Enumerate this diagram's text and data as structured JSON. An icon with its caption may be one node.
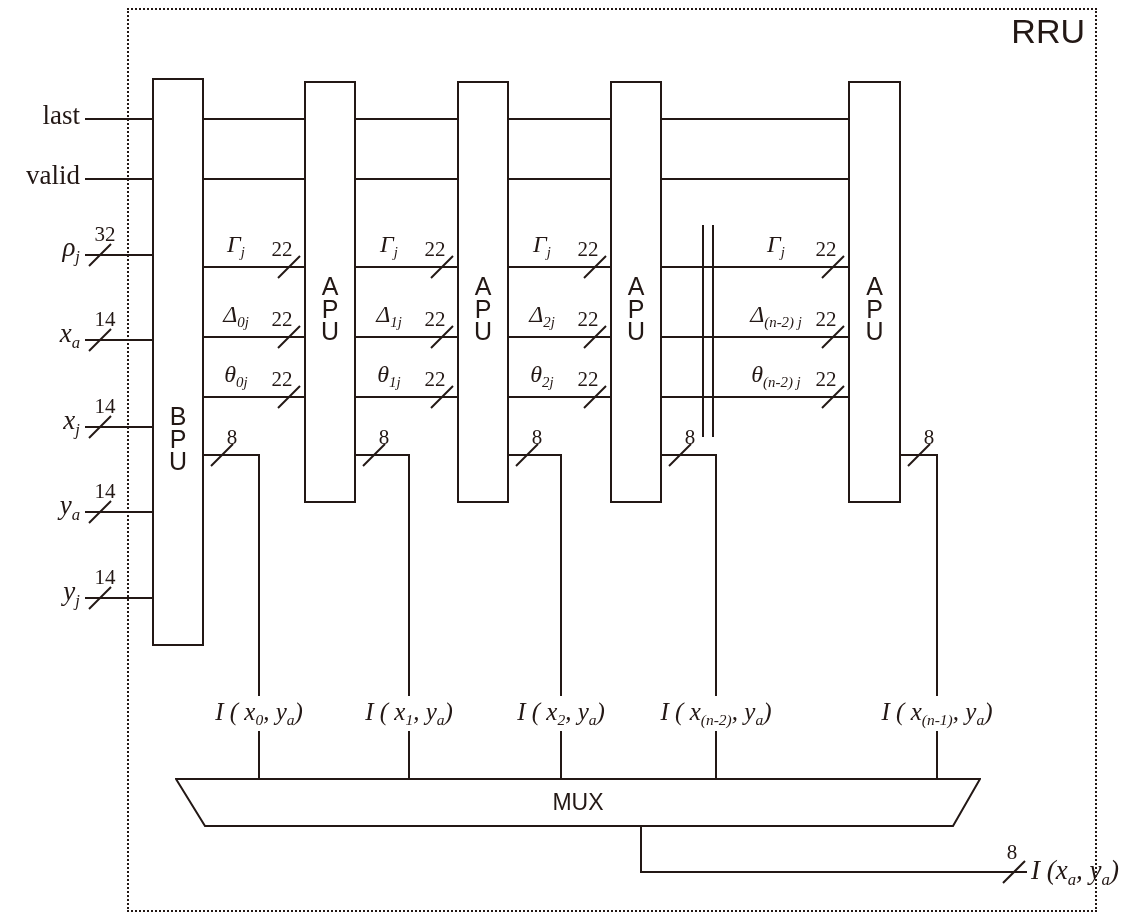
{
  "diagram": {
    "nodes": [
      {
        "text": [
          "RRU"
        ]
      },
      {
        "text": [
          "last"
        ]
      },
      {
        "text": [
          "valid"
        ]
      },
      {
        "text": [
          "ρ$_{j}$"
        ]
      },
      {
        "text": [
          "x$_{a}$"
        ]
      },
      {
        "text": [
          "x$_{j}$"
        ]
      },
      {
        "text": [
          "y$_{a}$"
        ]
      },
      {
        "text": [
          "y$_{j}$"
        ]
      },
      {
        "text": [
          "BPU"
        ],
        "in": 0
      },
      {
        "text": [
          "APU"
        ],
        "in": 0
      },
      {
        "text": [
          "APU"
        ],
        "in": 0
      },
      {
        "text": [
          "APU"
        ],
        "in": 0
      },
      {
        "text": [
          "APU"
        ],
        "in": 0
      },
      {
        "text": [
          "MUX"
        ],
        "in": 0
      },
      {
        "text": [
          "I (x$_{a}$, y$_{a}$)"
        ]
      }
    ],
    "edges": [
      {
        "from": 1,
        "to": 8,
        "arrow": "none"
      },
      {
        "from": 8,
        "to": 9,
        "arrow": "none"
      },
      {
        "from": 9,
        "to": 10,
        "arrow": "none"
      },
      {
        "from": 10,
        "to": 11,
        "arrow": "none"
      },
      {
        "from": 11,
        "to": 12,
        "arrow": "none"
      },
      {
        "from": 2,
        "to": 8,
        "arrow": "none"
      },
      {
        "from": 8,
        "to": 9,
        "arrow": "none"
      },
      {
        "from": 9,
        "to": 10,
        "arrow": "none"
      },
      {
        "from": 10,
        "to": 11,
        "arrow": "none"
      },
      {
        "from": 11,
        "to": 12,
        "arrow": "none"
      },
      {
        "from": 3,
        "to": 8,
        "arrow": "none",
        "label": "32"
      },
      {
        "from": 4,
        "to": 8,
        "arrow": "none",
        "label": "14"
      },
      {
        "from": 5,
        "to": 8,
        "arrow": "none",
        "label": "14"
      },
      {
        "from": 6,
        "to": 8,
        "arrow": "none",
        "label": "14"
      },
      {
        "from": 7,
        "to": 8,
        "arrow": "none",
        "label": "14"
      },
      {
        "from": 8,
        "to": 9,
        "arrow": "none",
        "label": "22"
      },
      {
        "from": 9,
        "to": 10,
        "arrow": "none",
        "label": "22"
      },
      {
        "from": 10,
        "to": 11,
        "arrow": "none",
        "label": "22"
      },
      {
        "from": 11,
        "to": 12,
        "arrow": "none",
        "label": "22"
      },
      {
        "from": 8,
        "to": 9,
        "arrow": "none",
        "label": "22"
      },
      {
        "from": 9,
        "to": 10,
        "arrow": "none",
        "label": "22"
      },
      {
        "from": 10,
        "to": 11,
        "arrow": "none",
        "label": "22"
      },
      {
        "from": 11,
        "to": 12,
        "arrow": "none",
        "label": "22"
      },
      {
        "from": 8,
        "to": 9,
        "arrow": "none",
        "label": "22"
      },
      {
        "from": 9,
        "to": 10,
        "arrow": "none",
        "label": "22"
      },
      {
        "from": 10,
        "to": 11,
        "arrow": "none",
        "label": "22"
      },
      {
        "from": 11,
        "to": 12,
        "arrow": "none",
        "label": "22"
      },
      {
        "from": 8,
        "to": 13,
        "arrow": "none",
        "label": "8"
      },
      {
        "from": 9,
        "to": 13,
        "arrow": "none",
        "label": "8"
      },
      {
        "from": 10,
        "to": 13,
        "arrow": "none",
        "label": "8"
      },
      {
        "from": 11,
        "to": 13,
        "arrow": "none",
        "label": "8"
      },
      {
        "from": 12,
        "to": 13,
        "arrow": "none",
        "label": "8"
      },
      {
        "from": 13,
        "to": 14,
        "arrow": "none",
        "label": "8"
      }
    ],
    "labels": [
      "Γ$_{j}$",
      "Γ$_{j}$",
      "Γ$_{j}$",
      "Γ$_{j}$",
      "Δ$_{0j}$",
      "Δ$_{1j}$",
      "Δ$_{2j}$",
      "Δ$_{(n-2) j}$",
      "θ$_{0j}$",
      "θ$_{1j}$",
      "θ$_{2j}$",
      "θ$_{(n-2) j}$",
      "I ( x$_{0}$, y$_{a}$)",
      "I ( x$_{1}$, y$_{a}$)",
      "I ( x$_{2}$, y$_{a}$)",
      "I ( x$_{(n-2)}$, y$_{a}$)",
      "I ( x$_{(n-1)}$, y$_{a}$)"
    ]
  }
}
